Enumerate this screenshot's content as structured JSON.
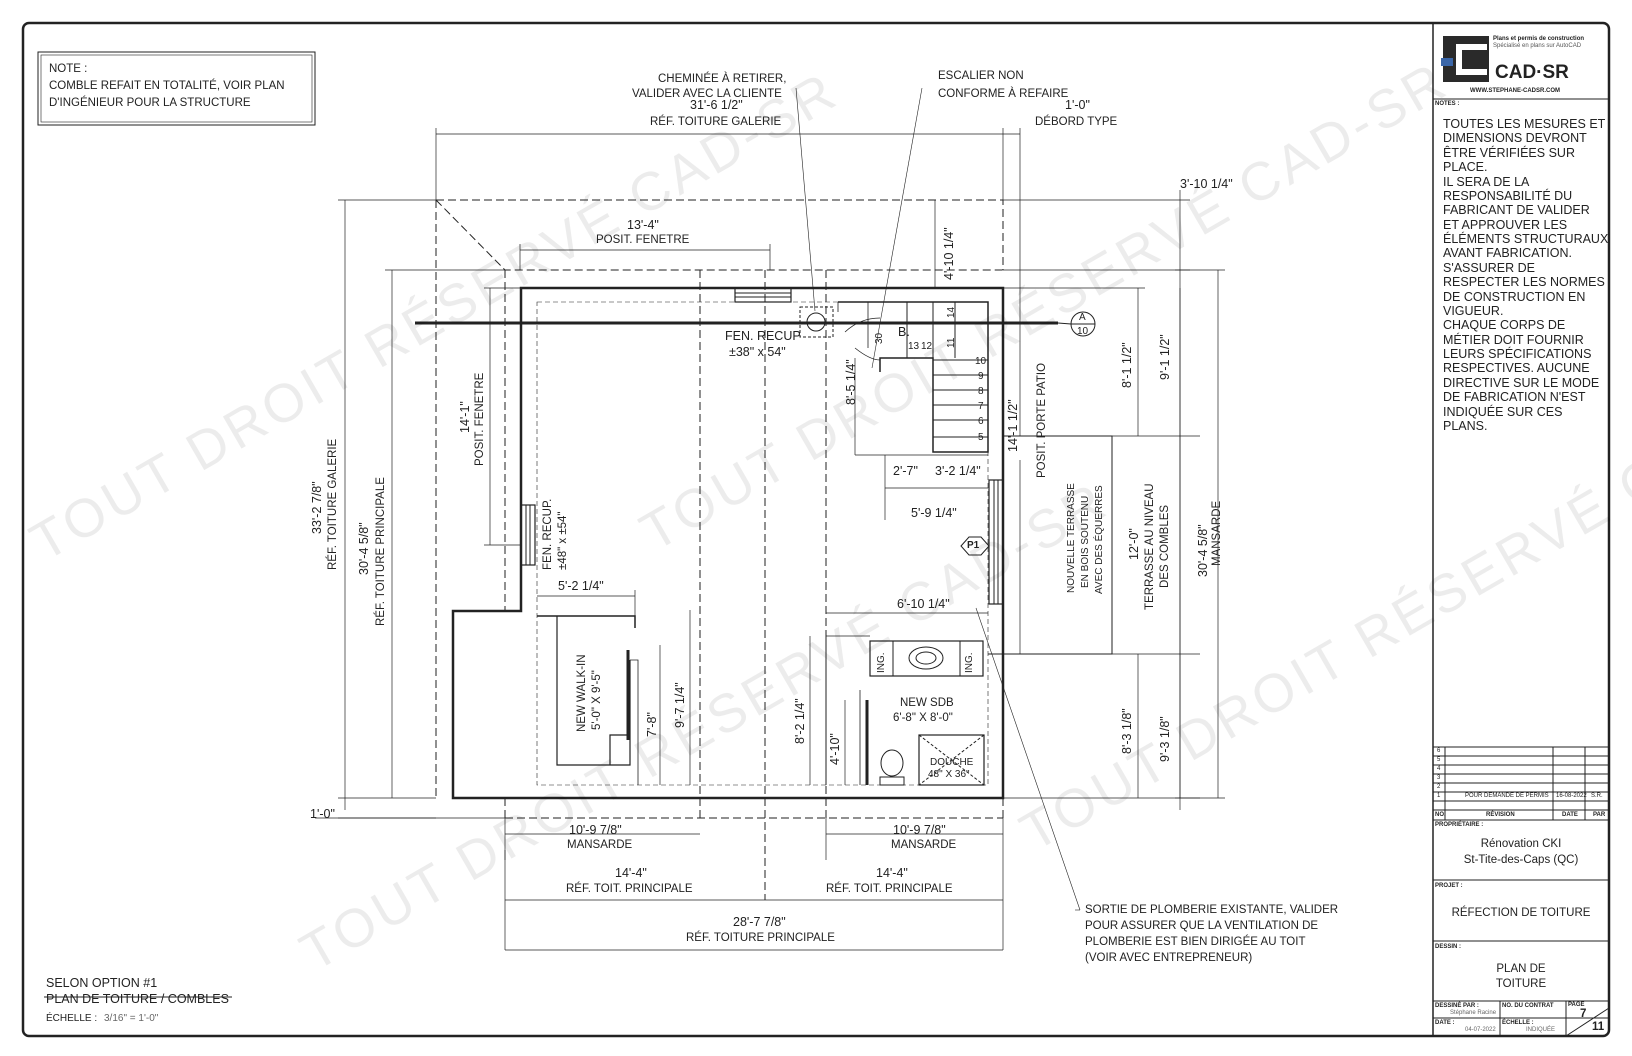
{
  "note": {
    "lines": [
      "NOTE :",
      "COMBLE REFAIT EN TOTALITÉ, VOIR PLAN",
      "D'INGÉNIEUR POUR LA STRUCTURE"
    ]
  },
  "callouts": {
    "chimney": [
      "CHEMINÉE À RETIRER,",
      "VALIDER AVEC LA CLIENTE"
    ],
    "stairs": [
      "ESCALIER NON",
      "CONFORME À REFAIRE"
    ],
    "plumbing": [
      "SORTIE DE PLOMBERIE EXISTANTE, VALIDER",
      "POUR ASSURER QUE LA VENTILATION DE",
      "PLOMBERIE EST BIEN DIRIGÉE AU TOIT",
      "(VOIR AVEC ENTREPRENEUR)"
    ]
  },
  "dimensions": {
    "top_gallery": [
      "31'-6 1/2\"",
      "RÉF. TOITURE GALERIE"
    ],
    "top_overhang": [
      "1'-0\"",
      "DÉBORD TYPE"
    ],
    "top_right": "3'-10 1/4\"",
    "window_top": [
      "13'-4\"",
      "POSIT. FENETRE"
    ],
    "fen_recup_top": [
      "FEN. RECUP",
      "±38\" x 54\""
    ],
    "left_gallery": [
      "33'-2 7/8\"",
      "RÉF. TOITURE GALERIE"
    ],
    "left_main": [
      "30'-4 5/8\"",
      "RÉF. TOITURE PRINCIPALE"
    ],
    "left_window": [
      "14'-1\"",
      "POSIT. FENETRE"
    ],
    "fen_recup_left": [
      "FEN. RECUP.",
      "±48\" x ±54\""
    ],
    "walkin_width": "5'-2 1/4\"",
    "walkin_label": [
      "NEW WALK-IN",
      "5'-0\" X 9'-5\""
    ],
    "walkin_7_8": "7'-8\"",
    "walkin_9_7": "9'-7 1/4\"",
    "sdb_8_2": "8'-2 1/4\"",
    "sdb_4_10": "4'-10\"",
    "sdb_width": "6'-10 1/4\"",
    "sdb_label": [
      "NEW SDB",
      "6'-8\" X 8'-0\""
    ],
    "shower": [
      "DOUCHE",
      "48\" X 36\""
    ],
    "ing": "ING.",
    "stair_4_10": "4'-10 1/4\"",
    "stair_8_5": "8'-5 1/4\"",
    "stair_2_7": "2'-7\"",
    "stair_3_2": "3'-2 1/4\"",
    "stair_5_9": "5'-9 1/4\"",
    "patio": [
      "14'-1 1/2\"",
      "POSIT. PORTE PATIO"
    ],
    "terrace_note": [
      "NOUVELLE TERRASSE",
      "EN BOIS SOUTENU",
      "AVEC DES ÉQUERRES"
    ],
    "terrace_dim": [
      "12'-0\"",
      "TERRASSE AU NIVEAU",
      "DES COMBLES"
    ],
    "right_8_1": "8'-1 1/2\"",
    "right_9_1": "9'-1 1/2\"",
    "right_8_3": "8'-3 1/8\"",
    "right_9_3": "9'-3 1/8\"",
    "right_mansarde": [
      "30'-4 5/8\"",
      "MANSARDE"
    ],
    "bottom_1_0": "1'-0\"",
    "bot_mansarde_l": [
      "10'-9 7/8\"",
      "MANSARDE"
    ],
    "bot_mansarde_r": [
      "10'-9 7/8\"",
      "MANSARDE"
    ],
    "bot_princ_l": [
      "14'-4\"",
      "RÉF. TOIT. PRINCIPALE"
    ],
    "bot_princ_r": [
      "14'-4\"",
      "RÉF. TOIT. PRINCIPALE"
    ],
    "bot_total": [
      "28'-7 7/8\"",
      "RÉF. TOITURE PRINCIPALE"
    ]
  },
  "stair": {
    "label_b": "B.",
    "numbers": [
      "30",
      "13",
      "12",
      "14",
      "11",
      "10",
      "9",
      "8",
      "7",
      "6",
      "5"
    ]
  },
  "tags": {
    "p1": "P1",
    "section_top": "A",
    "section_bottom": "10"
  },
  "drawing_title": {
    "line1": "SELON OPTION #1",
    "line2": "PLAN DE TOITURE / COMBLES",
    "scale_label": "ÉCHELLE :",
    "scale_value": "3/16\" = 1'-0\""
  },
  "watermark": [
    "TOUT DROIT RÉSERVÉ CAD-SR",
    "TOUT DROIT RÉSERVÉ CAD-SR",
    "TOUT DROIT RÉSERVÉ CAD-SR",
    "TOUT DROIT RÉSERVÉ CAD-SR"
  ],
  "title_block": {
    "logo_tagline_1": "Plans et permis de construction",
    "logo_tagline_2": "Spécialisé en plans sur AutoCAD",
    "logo_name": "CAD·SR",
    "website": "WWW.STEPHANE-CADSR.COM",
    "notes_label": "NOTES :",
    "notes": [
      "TOUTES LES MESURES ET",
      "DIMENSIONS DEVRONT",
      "ÊTRE VÉRIFIÉES SUR",
      "PLACE.",
      "IL SERA DE LA",
      "RESPONSABILITÉ DU",
      "FABRICANT DE VALIDER",
      "ET APPROUVER LES",
      "ÉLÉMENTS STRUCTURAUX",
      "AVANT FABRICATION.",
      "S'ASSURER DE",
      "RESPECTER LES NORMES",
      "DE CONSTRUCTION EN",
      "VIGUEUR.",
      "CHAQUE CORPS DE",
      "MÉTIER DOIT FOURNIR",
      "LEURS SPÉCIFICATIONS",
      "RESPECTIVES. AUCUNE",
      "DIRECTIVE SUR LE MODE",
      "DE FABRICATION N'EST",
      "INDIQUÉE SUR CES",
      "PLANS."
    ],
    "revision_numbers": [
      "6",
      "5",
      "4",
      "3",
      "2",
      "1"
    ],
    "revision_1": {
      "text": "POUR DEMANDE DE PERMIS",
      "date": "16-08-2022",
      "by": "S.R."
    },
    "rev_headers": [
      "NO.",
      "RÉVISION",
      "DATE",
      "PAR"
    ],
    "owner_label": "PROPRIÉTAIRE :",
    "owner": [
      "Rénovation CKI",
      "St-Tite-des-Caps (QC)"
    ],
    "project_label": "PROJET :",
    "project": "RÉFECTION DE TOITURE",
    "drawing_label": "DESSIN :",
    "drawing": [
      "PLAN DE",
      "TOITURE"
    ],
    "drawn_by_label": "DESSINÉ PAR :",
    "drawn_by": "Stéphane Racine",
    "contract_label": "NO. DU CONTRAT",
    "page_label": "PAGE",
    "page": "7",
    "total_pages": "11",
    "date_label": "DATE :",
    "date": "04-07-2022",
    "scale_label": "ÉCHELLE :",
    "scale": "INDIQUÉE"
  }
}
